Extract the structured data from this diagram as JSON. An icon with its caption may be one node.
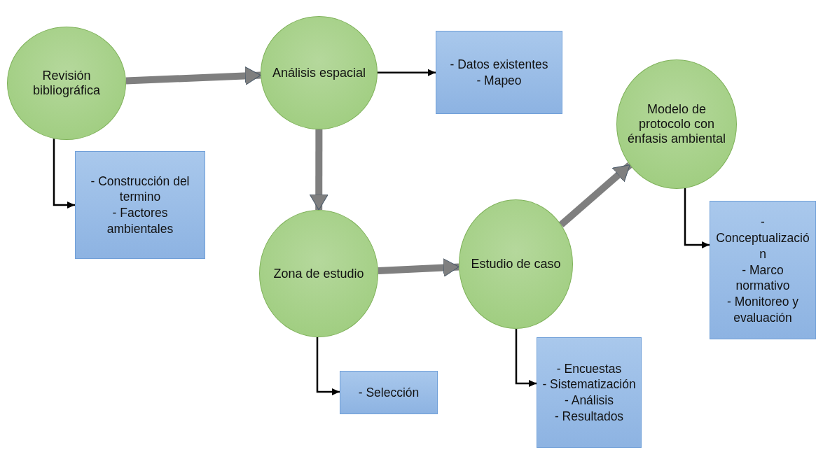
{
  "diagram": {
    "nodes": [
      {
        "text": [
          "Revisión bibliográfica"
        ]
      },
      {
        "text": [
          "Análisis espacial"
        ]
      },
      {
        "text": [
          "- Datos existentes",
          "- Mapeo"
        ]
      },
      {
        "text": [
          "- Construcción del termino",
          "- Factores ambientales"
        ]
      },
      {
        "text": [
          "Zona de estudio"
        ]
      },
      {
        "text": [
          "- Selección"
        ]
      },
      {
        "text": [
          "Estudio de caso"
        ]
      },
      {
        "text": [
          "- Encuestas",
          "- Sistematización",
          "- Análisis",
          "- Resultados"
        ]
      },
      {
        "text": [
          "Modelo de protocolo con énfasis ambiental"
        ]
      },
      {
        "text": [
          "- Conceptualización",
          "- Marco normativo",
          "- Monitoreo y evaluación"
        ]
      }
    ],
    "edges": [
      {
        "from": 0,
        "to": 1,
        "arrow": "to",
        "style": "thick",
        "color": "#7f7f7f"
      },
      {
        "from": 1,
        "to": 2,
        "arrow": "to"
      },
      {
        "from": 0,
        "to": 3,
        "arrow": "to"
      },
      {
        "from": 1,
        "to": 4,
        "arrow": "to",
        "style": "thick",
        "color": "#7f7f7f"
      },
      {
        "from": 4,
        "to": 5,
        "arrow": "to"
      },
      {
        "from": 4,
        "to": 6,
        "arrow": "to",
        "style": "thick",
        "color": "#7f7f7f"
      },
      {
        "from": 6,
        "to": 7,
        "arrow": "to"
      },
      {
        "from": 6,
        "to": 8,
        "arrow": "to",
        "style": "thick",
        "color": "#7f7f7f"
      },
      {
        "from": 8,
        "to": 9,
        "arrow": "to"
      }
    ]
  }
}
